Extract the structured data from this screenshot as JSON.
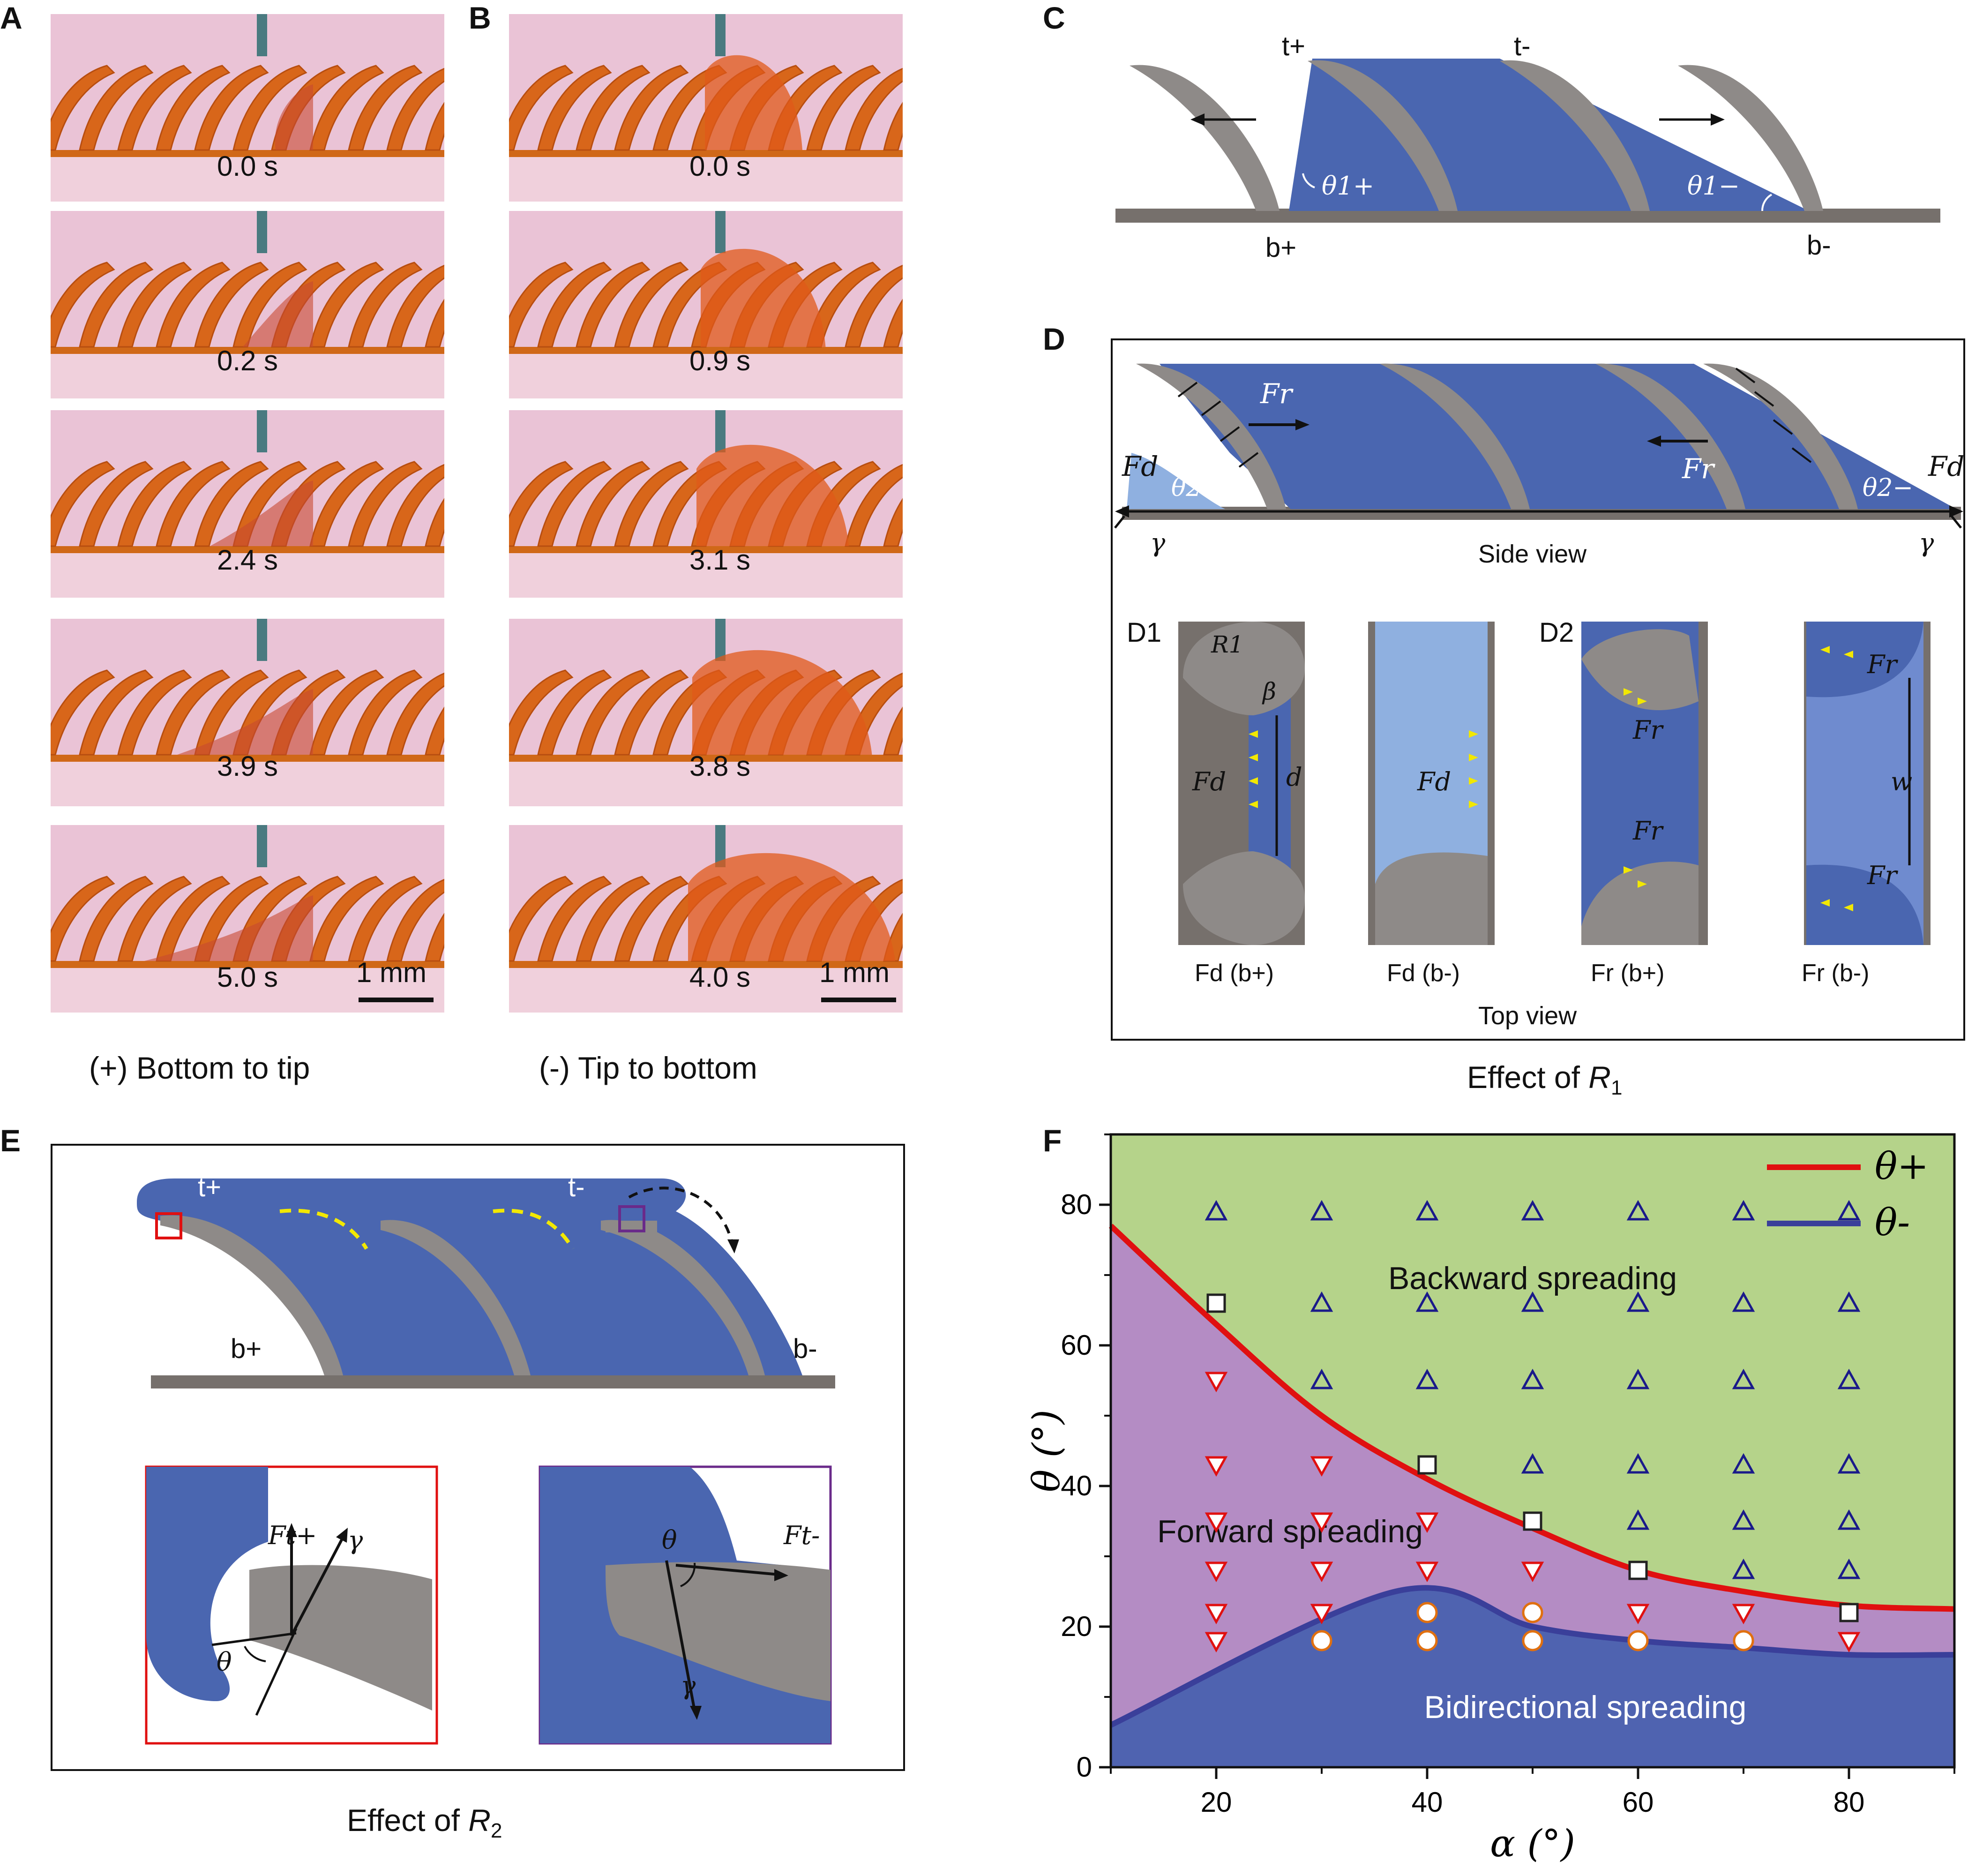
{
  "panels": {
    "a": {
      "label": "A",
      "times": [
        "0.0 s",
        "0.2 s",
        "2.4 s",
        "3.9 s",
        "5.0 s"
      ],
      "scale": "1 mm",
      "caption": "(+) Bottom to tip"
    },
    "b": {
      "label": "B",
      "times": [
        "0.0 s",
        "0.9 s",
        "3.1 s",
        "3.8 s",
        "4.0 s"
      ],
      "scale": "1 mm",
      "caption": "(-) Tip to bottom"
    },
    "c": {
      "label": "C",
      "tplus": "t+",
      "tminus": "t-",
      "bplus": "b+",
      "bminus": "b-",
      "theta1p": "θ1+",
      "theta1m": "θ1−"
    },
    "d": {
      "label": "D",
      "side_view": "Side view",
      "top_view": "Top view",
      "d1": "D1",
      "d2": "D2",
      "fd": "Fd",
      "fr": "Fr",
      "gamma": "γ",
      "theta2p": "θ2+",
      "theta2m": "θ2−",
      "r1": "R1",
      "beta": "β",
      "dist": "d",
      "width": "w",
      "sub": [
        "Fd (b+)",
        "Fd (b-)",
        "Fr (b+)",
        "Fr (b-)"
      ],
      "caption_pre": "Effect of ",
      "caption_var": "R",
      "caption_sub": "1"
    },
    "e": {
      "label": "E",
      "tplus": "t+",
      "tminus": "t-",
      "bplus": "b+",
      "bminus": "b-",
      "ftp": "Ft+",
      "ftm": "Ft-",
      "gamma": "γ",
      "theta": "θ",
      "caption_pre": "Effect of ",
      "caption_var": "R",
      "caption_sub": "2"
    },
    "f": {
      "label": "F"
    }
  },
  "chart_data": {
    "type": "scatter",
    "xlabel": "α (°)",
    "ylabel": "θ (°)",
    "xlim": [
      10,
      90
    ],
    "ylim": [
      0,
      90
    ],
    "xticks": [
      20,
      40,
      60,
      80
    ],
    "yticks": [
      0,
      20,
      40,
      60,
      80
    ],
    "legend": [
      {
        "name": "θ+",
        "color": "#e01010"
      },
      {
        "name": "θ-",
        "color": "#3a3f9a"
      }
    ],
    "regions": [
      "Backward spreading",
      "Forward spreading",
      "Bidirectional spreading"
    ],
    "region_colors": {
      "backward": "#b5d38a",
      "forward": "#b48cc4",
      "bidirectional": "#4f63b0"
    },
    "theta_plus": {
      "x": [
        10,
        20,
        30,
        40,
        50,
        60,
        70,
        80,
        90
      ],
      "y": [
        77,
        63,
        50,
        41,
        34,
        28,
        25,
        23,
        22.5
      ]
    },
    "theta_minus": {
      "x": [
        10,
        37,
        50,
        60,
        70,
        80,
        90
      ],
      "y": [
        6,
        25,
        20,
        18,
        17,
        16,
        16
      ]
    },
    "series": [
      {
        "marker": "triangle-up",
        "color": "#1a1a8a",
        "points": [
          [
            20,
            79
          ],
          [
            30,
            79
          ],
          [
            40,
            79
          ],
          [
            50,
            79
          ],
          [
            60,
            79
          ],
          [
            70,
            79
          ],
          [
            80,
            79
          ],
          [
            30,
            66
          ],
          [
            40,
            66
          ],
          [
            50,
            66
          ],
          [
            60,
            66
          ],
          [
            70,
            66
          ],
          [
            80,
            66
          ],
          [
            30,
            55
          ],
          [
            40,
            55
          ],
          [
            50,
            55
          ],
          [
            60,
            55
          ],
          [
            70,
            55
          ],
          [
            80,
            55
          ],
          [
            50,
            43
          ],
          [
            60,
            43
          ],
          [
            70,
            43
          ],
          [
            80,
            43
          ],
          [
            60,
            35
          ],
          [
            70,
            35
          ],
          [
            80,
            35
          ],
          [
            70,
            28
          ],
          [
            80,
            28
          ]
        ]
      },
      {
        "marker": "triangle-down",
        "color": "#e01010",
        "points": [
          [
            20,
            55
          ],
          [
            20,
            43
          ],
          [
            30,
            43
          ],
          [
            20,
            35
          ],
          [
            30,
            35
          ],
          [
            40,
            35
          ],
          [
            20,
            28
          ],
          [
            30,
            28
          ],
          [
            40,
            28
          ],
          [
            50,
            28
          ],
          [
            20,
            22
          ],
          [
            30,
            22
          ],
          [
            60,
            22
          ],
          [
            70,
            22
          ],
          [
            20,
            18
          ],
          [
            80,
            18
          ]
        ]
      },
      {
        "marker": "square",
        "color": "#222222",
        "points": [
          [
            20,
            66
          ],
          [
            40,
            43
          ],
          [
            50,
            35
          ],
          [
            60,
            28
          ],
          [
            80,
            22
          ]
        ]
      },
      {
        "marker": "circle",
        "color": "#e07010",
        "points": [
          [
            30,
            18
          ],
          [
            40,
            22
          ],
          [
            40,
            18
          ],
          [
            50,
            22
          ],
          [
            50,
            18
          ],
          [
            60,
            18
          ],
          [
            70,
            18
          ]
        ]
      }
    ]
  }
}
